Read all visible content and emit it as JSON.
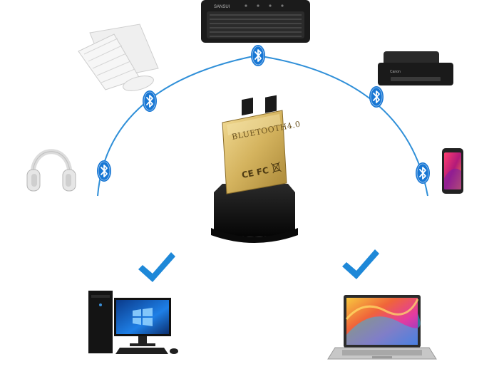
{
  "dongle": {
    "label": "BLUETOOTH4.0",
    "marks": "CE FC"
  },
  "speaker": {
    "brand": "SANSUI"
  },
  "printer": {
    "brand": "Canon"
  },
  "colors": {
    "arc": "#2f8fd8",
    "bt_badge": "#1877d4",
    "check": "#1e88d8",
    "dongle_gold": "#d2b15f",
    "dongle_black": "#111111"
  },
  "icons": {
    "bluetooth": "bluetooth-icon",
    "check": "checkmark-icon"
  }
}
